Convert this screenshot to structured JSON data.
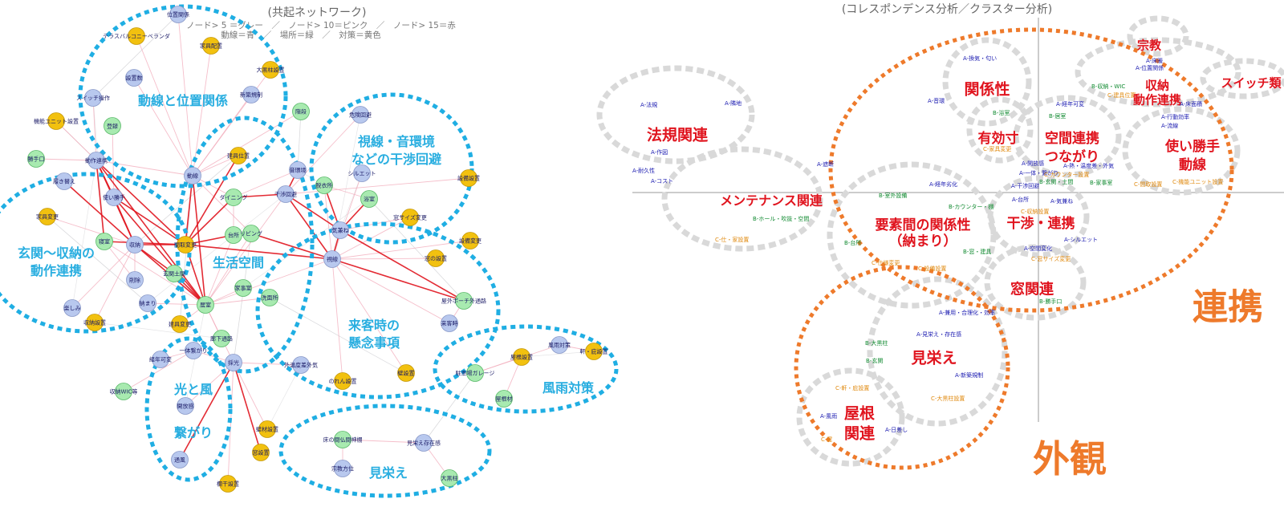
{
  "left": {
    "title": "(共起ネットワーク)",
    "legend_line1": "ノード> 5 ＝グレー　／　ノード> 10＝ピンク　／　ノード> 15＝赤",
    "legend_line2": "動線＝青　／　場所＝緑　／　対策＝黄色",
    "colors": {
      "blue_node": "#b8c8ee",
      "green_node": "#a8eab0",
      "yellow_node": "#f2c10f",
      "cluster": "#1faee3",
      "edge_red": "#e0141e",
      "edge_pink": "#f2a8b8"
    },
    "clusters": [
      {
        "id": "c1",
        "label": "動線と位置関係"
      },
      {
        "id": "c2",
        "label": "視線・音環境"
      },
      {
        "id": "c2b",
        "label": "などの干渉回避"
      },
      {
        "id": "c3",
        "label": "玄関〜収納の"
      },
      {
        "id": "c3b",
        "label": "動作連携"
      },
      {
        "id": "c4",
        "label": "生活空間"
      },
      {
        "id": "c5",
        "label": "来客時の"
      },
      {
        "id": "c5b",
        "label": "懸念事項"
      },
      {
        "id": "c6",
        "label": "光と風"
      },
      {
        "id": "c6b",
        "label": "繋がり"
      },
      {
        "id": "c7",
        "label": "風雨対策"
      },
      {
        "id": "c8",
        "label": "見栄え"
      }
    ],
    "nodes": [
      {
        "id": "n0",
        "label": "位置関係",
        "type": "blue"
      },
      {
        "id": "n1",
        "label": "テラスバルコニーベランダ",
        "type": "yellow"
      },
      {
        "id": "n2",
        "label": "家具配置",
        "type": "yellow"
      },
      {
        "id": "n3",
        "label": "大黒柱設置",
        "type": "yellow"
      },
      {
        "id": "n4",
        "label": "設置数",
        "type": "blue"
      },
      {
        "id": "n5",
        "label": "スイッチ操作",
        "type": "blue"
      },
      {
        "id": "n6",
        "label": "新築規制",
        "type": "blue"
      },
      {
        "id": "n7",
        "label": "階段",
        "type": "green"
      },
      {
        "id": "n8",
        "label": "危険回避",
        "type": "blue"
      },
      {
        "id": "n9",
        "label": "機能ユニット設置",
        "type": "yellow"
      },
      {
        "id": "n10",
        "label": "登録",
        "type": "green"
      },
      {
        "id": "n11",
        "label": "勝手口",
        "type": "green"
      },
      {
        "id": "n12",
        "label": "動作連携",
        "type": "blue"
      },
      {
        "id": "n13",
        "label": "履き替え",
        "type": "blue"
      },
      {
        "id": "n14",
        "label": "使い勝手",
        "type": "blue"
      },
      {
        "id": "n15",
        "label": "動線",
        "type": "blue"
      },
      {
        "id": "n16",
        "label": "建具位置",
        "type": "yellow"
      },
      {
        "id": "n17",
        "label": "ダイニング",
        "type": "green"
      },
      {
        "id": "n18",
        "label": "音環境",
        "type": "blue"
      },
      {
        "id": "n19",
        "label": "脱衣所",
        "type": "green"
      },
      {
        "id": "n20",
        "label": "シルエット",
        "type": "blue"
      },
      {
        "id": "n21",
        "label": "浴室",
        "type": "green"
      },
      {
        "id": "n22",
        "label": "設備設置",
        "type": "yellow"
      },
      {
        "id": "n23",
        "label": "家具変更",
        "type": "yellow"
      },
      {
        "id": "n24",
        "label": "寝室",
        "type": "green"
      },
      {
        "id": "n25",
        "label": "収納",
        "type": "blue"
      },
      {
        "id": "n26",
        "label": "干渉回避",
        "type": "blue"
      },
      {
        "id": "n27",
        "label": "台所",
        "type": "green"
      },
      {
        "id": "n28",
        "label": "リビング",
        "type": "green"
      },
      {
        "id": "n29",
        "label": "気兼ね",
        "type": "blue"
      },
      {
        "id": "n30",
        "label": "窓サイズ変更",
        "type": "yellow"
      },
      {
        "id": "n31",
        "label": "間取変更",
        "type": "yellow"
      },
      {
        "id": "n32",
        "label": "玄関土間",
        "type": "green"
      },
      {
        "id": "n33",
        "label": "視線",
        "type": "blue"
      },
      {
        "id": "n34",
        "label": "設備変更",
        "type": "yellow"
      },
      {
        "id": "n35",
        "label": "窓の設置",
        "type": "yellow"
      },
      {
        "id": "n36",
        "label": "削除",
        "type": "blue"
      },
      {
        "id": "n37",
        "label": "楽しみ",
        "type": "blue"
      },
      {
        "id": "n38",
        "label": "納まり",
        "type": "blue"
      },
      {
        "id": "n39",
        "label": "居室",
        "type": "green"
      },
      {
        "id": "n40",
        "label": "家事室",
        "type": "green"
      },
      {
        "id": "n41",
        "label": "洗面所",
        "type": "green"
      },
      {
        "id": "n42",
        "label": "建具変更",
        "type": "yellow"
      },
      {
        "id": "n43",
        "label": "収納設置",
        "type": "yellow"
      },
      {
        "id": "n44",
        "label": "屋外ポーチ外通路",
        "type": "green"
      },
      {
        "id": "n45",
        "label": "来客時",
        "type": "blue"
      },
      {
        "id": "n46",
        "label": "廊下通路",
        "type": "green"
      },
      {
        "id": "n47",
        "label": "経年可変",
        "type": "blue"
      },
      {
        "id": "n48",
        "label": "一体繋がり",
        "type": "blue"
      },
      {
        "id": "n49",
        "label": "採光",
        "type": "blue"
      },
      {
        "id": "n50",
        "label": "外温度差外気",
        "type": "blue"
      },
      {
        "id": "n51",
        "label": "風雨対策",
        "type": "blue"
      },
      {
        "id": "n52",
        "label": "屋根設置",
        "type": "yellow"
      },
      {
        "id": "n53",
        "label": "軒・庇設置",
        "type": "yellow"
      },
      {
        "id": "n54",
        "label": "駐車場ガレージ",
        "type": "green"
      },
      {
        "id": "n55",
        "label": "のれん設置",
        "type": "yellow"
      },
      {
        "id": "n56",
        "label": "壁設置",
        "type": "yellow"
      },
      {
        "id": "n57",
        "label": "収納WIC等",
        "type": "green"
      },
      {
        "id": "n58",
        "label": "開放感",
        "type": "blue"
      },
      {
        "id": "n59",
        "label": "壁材設置",
        "type": "yellow"
      },
      {
        "id": "n60",
        "label": "屋根材",
        "type": "green"
      },
      {
        "id": "n61",
        "label": "窓設置",
        "type": "yellow"
      },
      {
        "id": "n62",
        "label": "床の間仏間神棚",
        "type": "green"
      },
      {
        "id": "n63",
        "label": "見栄え存在感",
        "type": "blue"
      },
      {
        "id": "n64",
        "label": "通風",
        "type": "blue"
      },
      {
        "id": "n65",
        "label": "宗教方位",
        "type": "blue"
      },
      {
        "id": "n66",
        "label": "大黒柱",
        "type": "green"
      },
      {
        "id": "n67",
        "label": "欄干設置",
        "type": "yellow"
      }
    ]
  },
  "right": {
    "title": "(コレスポンデンス分析／クラスター分析)",
    "colors": {
      "cluster_gray": "#d9d9d9",
      "cluster_orange": "#ee7a2b",
      "label_red": "#e0141e",
      "a": "#1a1ab0",
      "b": "#108a30",
      "c": "#e08a10"
    },
    "clusters": [
      {
        "id": "r1",
        "label": "法規関連"
      },
      {
        "id": "r2",
        "label": "メンテナンス関連"
      },
      {
        "id": "r3",
        "label": "関係性"
      },
      {
        "id": "r4",
        "label": "有効寸"
      },
      {
        "id": "r5",
        "label": "空間連携"
      },
      {
        "id": "r5b",
        "label": "つながり"
      },
      {
        "id": "r6",
        "label": "収納"
      },
      {
        "id": "r6b",
        "label": "動作連携"
      },
      {
        "id": "r7",
        "label": "宗教"
      },
      {
        "id": "r8",
        "label": "スイッチ類"
      },
      {
        "id": "r9",
        "label": "使い勝手"
      },
      {
        "id": "r9b",
        "label": "動線"
      },
      {
        "id": "r10",
        "label": "要素間の関係性"
      },
      {
        "id": "r10b",
        "label": "（納まり）"
      },
      {
        "id": "r11",
        "label": "干渉・連携"
      },
      {
        "id": "r12",
        "label": "窓関連"
      },
      {
        "id": "r13",
        "label": "見栄え"
      },
      {
        "id": "r14",
        "label": "屋根"
      },
      {
        "id": "r14b",
        "label": "関連"
      }
    ],
    "big_labels": [
      {
        "id": "big1",
        "label": "連携"
      },
      {
        "id": "big2",
        "label": "外観"
      }
    ],
    "points": [
      {
        "id": "p0",
        "label": "A-法規",
        "type": "a"
      },
      {
        "id": "p1",
        "label": "A-隣地",
        "type": "a"
      },
      {
        "id": "p2",
        "label": "A-作図",
        "type": "a"
      },
      {
        "id": "p3",
        "label": "A-耐久性",
        "type": "a"
      },
      {
        "id": "p4",
        "label": "A-コスト",
        "type": "a"
      },
      {
        "id": "p5",
        "label": "A-換気・匂い",
        "type": "a"
      },
      {
        "id": "p6",
        "label": "A-音環",
        "type": "a"
      },
      {
        "id": "p7",
        "label": "B-浴室",
        "type": "b"
      },
      {
        "id": "p8",
        "label": "C-家具変更",
        "type": "c"
      },
      {
        "id": "p9",
        "label": "A-経年可変",
        "type": "a"
      },
      {
        "id": "p10",
        "label": "B-居室",
        "type": "b"
      },
      {
        "id": "p11",
        "label": "A-位置関係",
        "type": "a"
      },
      {
        "id": "p12",
        "label": "B-収納・WIC",
        "type": "b"
      },
      {
        "id": "p13",
        "label": "C-建具位置",
        "type": "c"
      },
      {
        "id": "p14",
        "label": "A-開放感",
        "type": "a"
      },
      {
        "id": "p15",
        "label": "A-一体・繋がり",
        "type": "a"
      },
      {
        "id": "p16",
        "label": "A-熱・温度差・外気",
        "type": "a"
      },
      {
        "id": "p17",
        "label": "C-カウンター設置",
        "type": "c"
      },
      {
        "id": "p18",
        "label": "B-玄関・土間",
        "type": "b"
      },
      {
        "id": "p19",
        "label": "B-家事室",
        "type": "b"
      },
      {
        "id": "p20",
        "label": "A-行動効率",
        "type": "a"
      },
      {
        "id": "p21",
        "label": "A-流線",
        "type": "a"
      },
      {
        "id": "p22",
        "label": "C-機能ユニット設置",
        "type": "c"
      },
      {
        "id": "p23",
        "label": "C-間取設置",
        "type": "c"
      },
      {
        "id": "p24",
        "label": "A-床暖",
        "type": "a"
      },
      {
        "id": "p25",
        "label": "A-床面積",
        "type": "a"
      },
      {
        "id": "p26",
        "label": "A-経年劣化",
        "type": "a"
      },
      {
        "id": "p27",
        "label": "A-干渉回避",
        "type": "a"
      },
      {
        "id": "p28",
        "label": "A-遮断",
        "type": "a"
      },
      {
        "id": "p29",
        "label": "B-室外設備",
        "type": "b"
      },
      {
        "id": "p30",
        "label": "B-カウンター・棚",
        "type": "b"
      },
      {
        "id": "p31",
        "label": "B-ホール・吹抜・空間",
        "type": "b"
      },
      {
        "id": "p32",
        "label": "C-仕・家設置",
        "type": "c"
      },
      {
        "id": "p33",
        "label": "A-気兼ね",
        "type": "a"
      },
      {
        "id": "p34",
        "label": "A-シルエット",
        "type": "a"
      },
      {
        "id": "p35",
        "label": "A-空間変化",
        "type": "a"
      },
      {
        "id": "p36",
        "label": "C-窓サイズ変更",
        "type": "c"
      },
      {
        "id": "p37",
        "label": "B-窓・建具",
        "type": "b"
      },
      {
        "id": "p38",
        "label": "C-設備設置",
        "type": "c"
      },
      {
        "id": "p39",
        "label": "C-仕様変更",
        "type": "c"
      },
      {
        "id": "p40",
        "label": "B-勝手口",
        "type": "b"
      },
      {
        "id": "p41",
        "label": "A-兼用・合理化・効率",
        "type": "a"
      },
      {
        "id": "p42",
        "label": "A-見栄え・存在感",
        "type": "a"
      },
      {
        "id": "p43",
        "label": "B-大黒柱",
        "type": "b"
      },
      {
        "id": "p44",
        "label": "B-玄関",
        "type": "b"
      },
      {
        "id": "p45",
        "label": "A-新築規制",
        "type": "a"
      },
      {
        "id": "p46",
        "label": "C-軒・庇設置",
        "type": "c"
      },
      {
        "id": "p47",
        "label": "C-大黒柱設置",
        "type": "c"
      },
      {
        "id": "p48",
        "label": "A-風雨",
        "type": "a"
      },
      {
        "id": "p49",
        "label": "A-日差し",
        "type": "a"
      },
      {
        "id": "p50",
        "label": "C-屋",
        "type": "c"
      },
      {
        "id": "p51",
        "label": "A-台所",
        "type": "a"
      },
      {
        "id": "p52",
        "label": "C-収納設置",
        "type": "c"
      },
      {
        "id": "p53",
        "label": "B-台所",
        "type": "b"
      }
    ]
  }
}
